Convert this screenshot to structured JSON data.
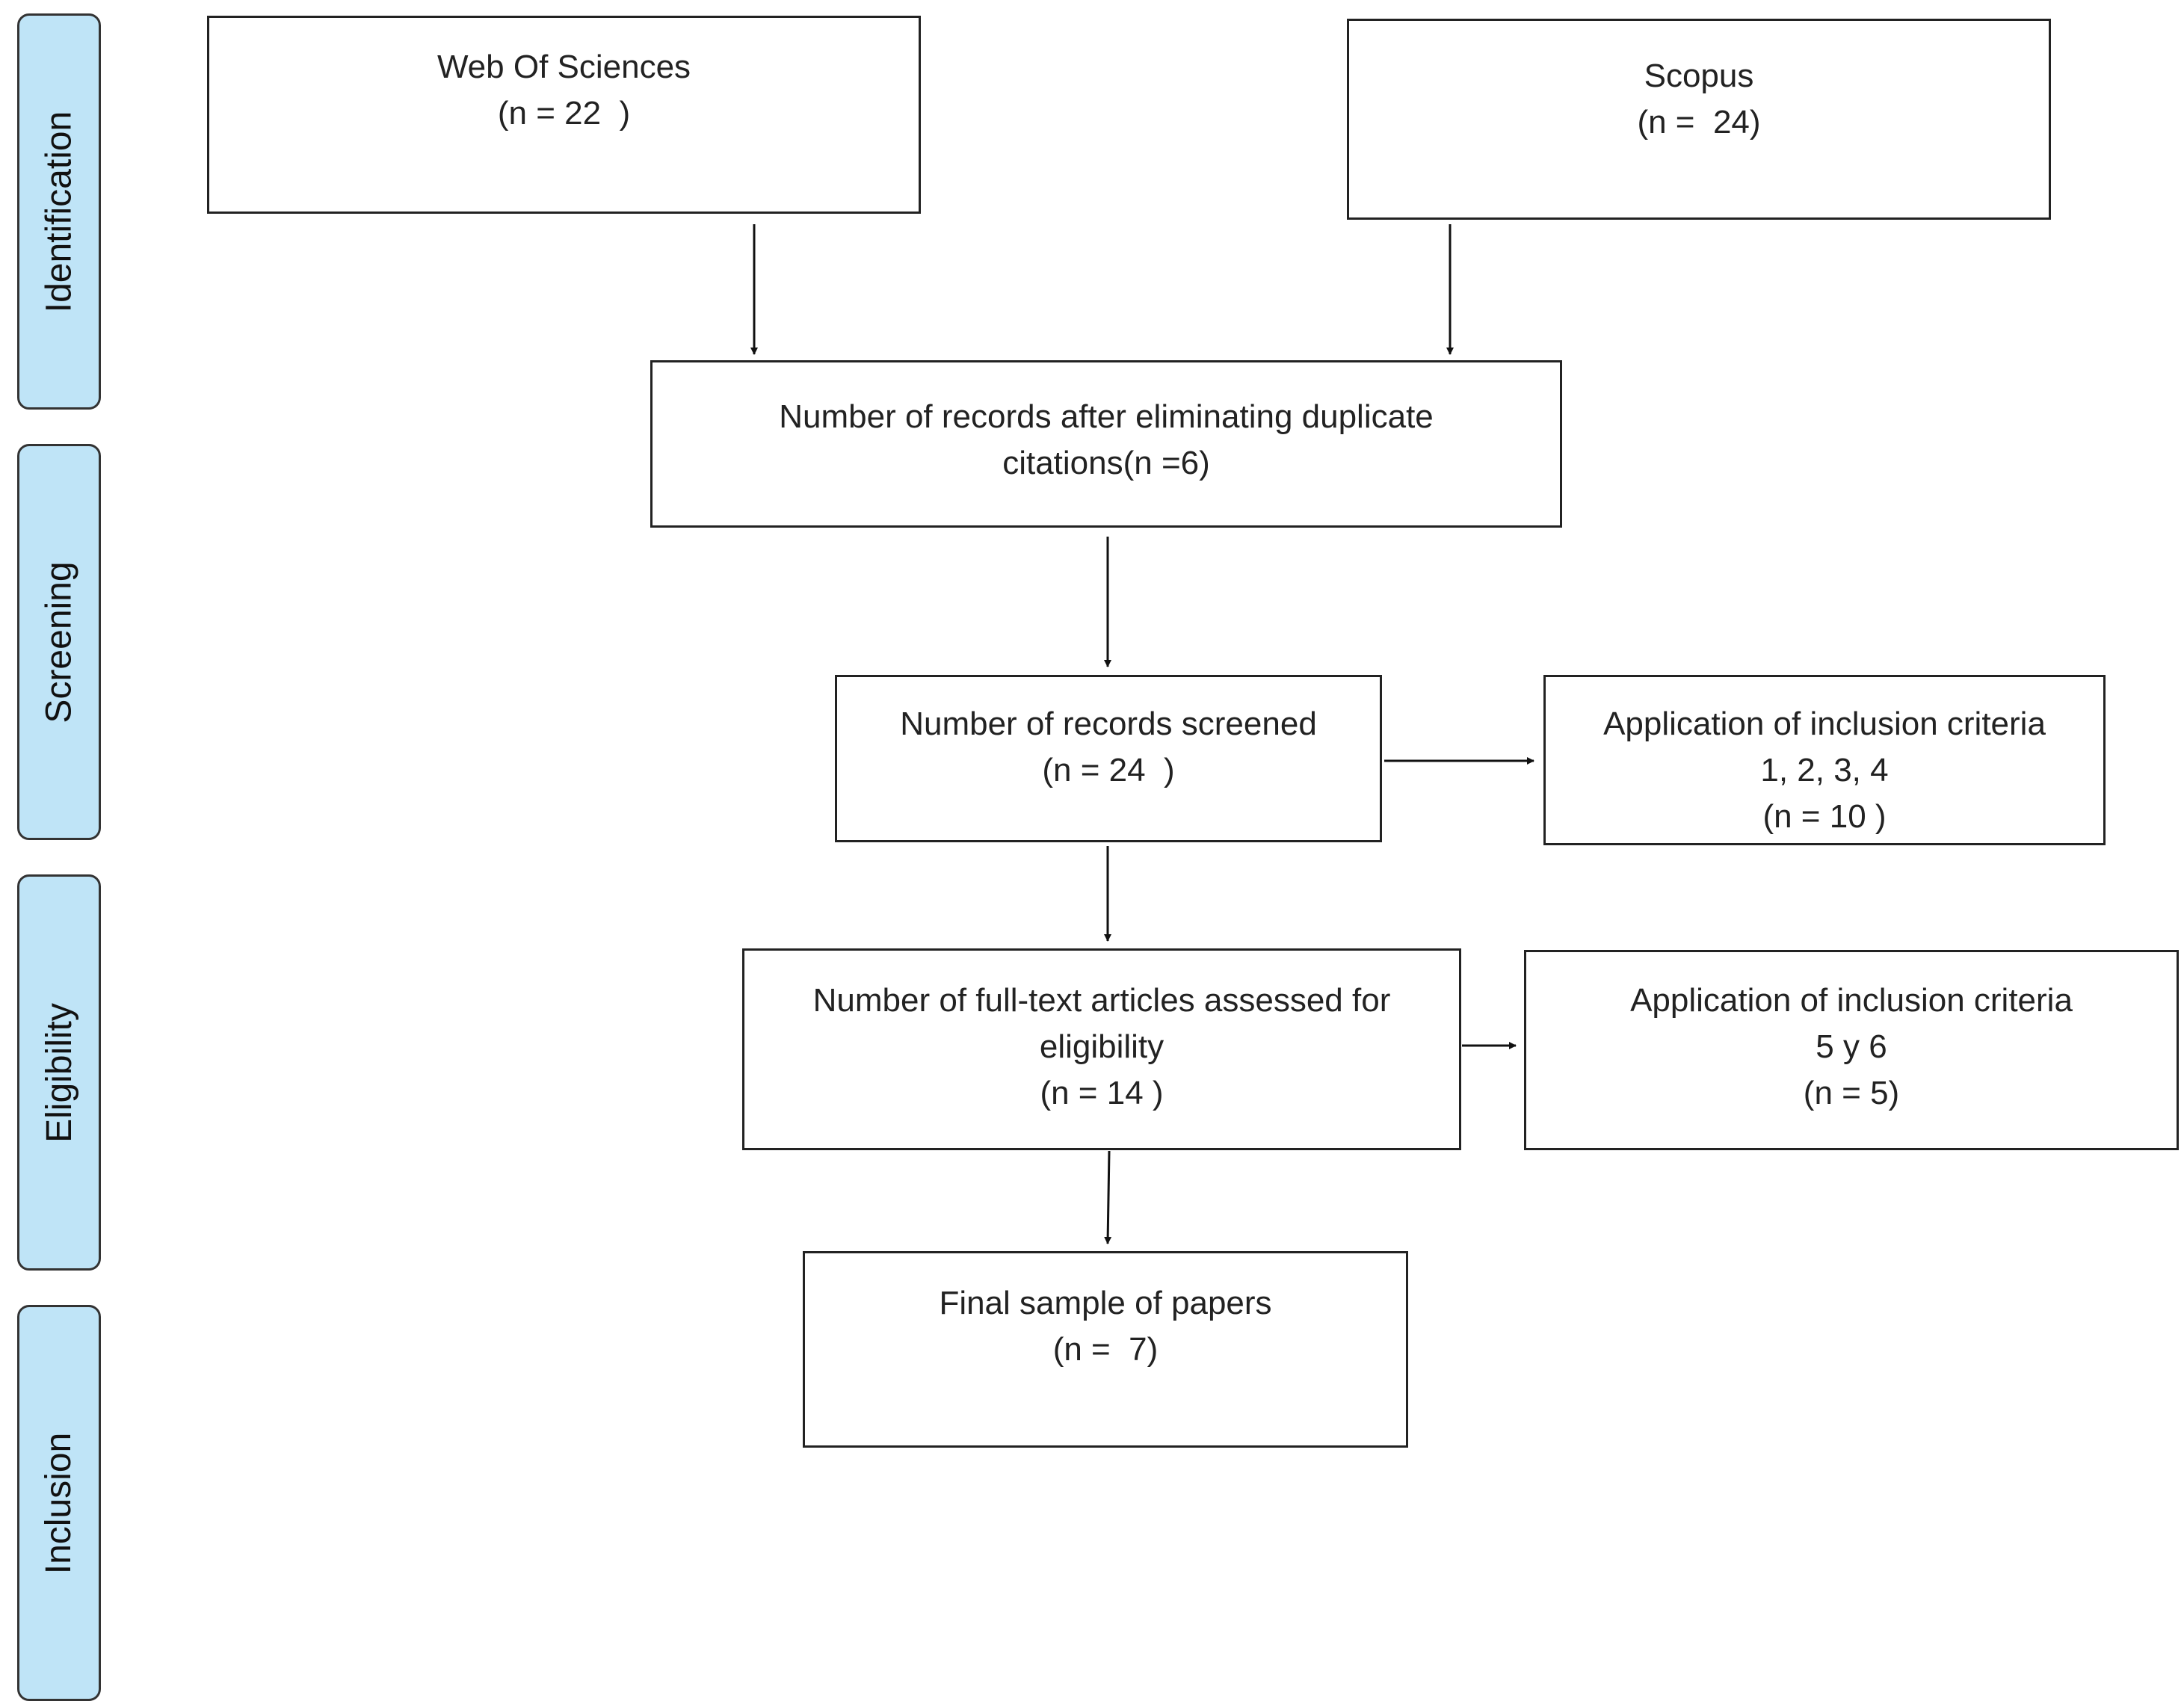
{
  "phases": {
    "identification": "Identification",
    "screening": "Screening",
    "eligibility": "Eligibility",
    "inclusion": "Inclusion"
  },
  "boxes": {
    "wos": {
      "line1": "Web Of Sciences",
      "line2": "(n = 22  )"
    },
    "scopus": {
      "line1": "Scopus",
      "line2": "(n =  24)"
    },
    "dedup": {
      "line1": "Number of records after eliminating duplicate",
      "line2": "citations(n =6)"
    },
    "screened": {
      "line1": "Number of records screened",
      "line2": "(n = 24  )"
    },
    "criteria14": {
      "line1": "Application of inclusion criteria",
      "line2": "1, 2, 3, 4",
      "line3": "(n = 10 )"
    },
    "fulltext": {
      "line1": "Number of full-text articles assessed for",
      "line2": "eligibility",
      "line3": "(n = 14 )"
    },
    "criteria56": {
      "line1": "Application of inclusion criteria",
      "line2": "5 y 6",
      "line3": "(n = 5)"
    },
    "final": {
      "line1": "Final sample of papers",
      "line2": "(n =  7)"
    }
  }
}
